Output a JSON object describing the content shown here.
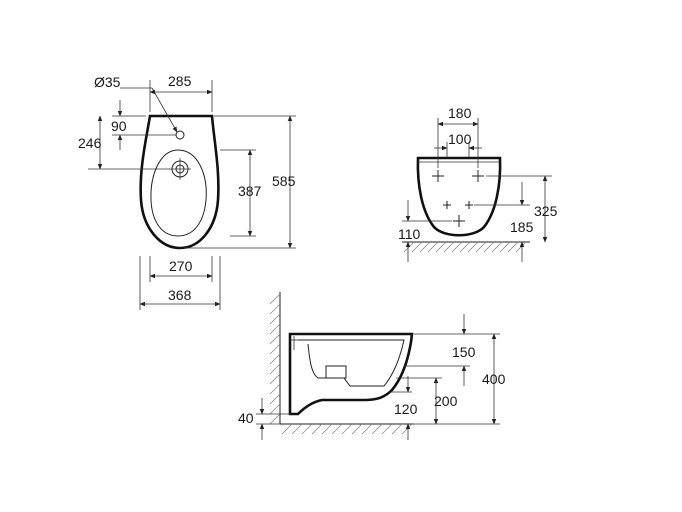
{
  "title": "",
  "top_view": {
    "hole_diameter": "Ø35",
    "width_top": "285",
    "hole_offset": "90",
    "hole_to_rear": "246",
    "inner_length": "387",
    "total_length": "585",
    "width_inner": "270",
    "width_total": "368"
  },
  "rear_view": {
    "bolt_spacing_outer": "180",
    "bolt_spacing_inner": "100",
    "height_upper": "325",
    "height_lower": "185",
    "height_bottom": "110"
  },
  "side_view": {
    "rim_depth": "150",
    "total_height": "400",
    "outlet_height": "200",
    "outlet_offset": "120",
    "floor_gap": "40"
  }
}
